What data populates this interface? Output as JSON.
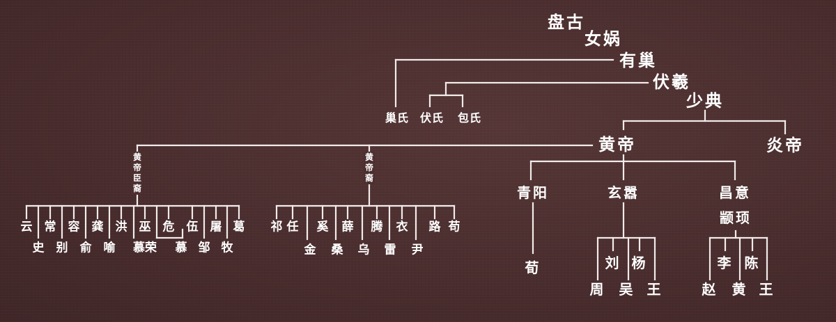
{
  "top": {
    "pangu": "盘古",
    "nvwa": "女娲",
    "youchao": "有巢",
    "fuxi": "伏羲",
    "shaodian": "少典"
  },
  "clans": {
    "chao": "巢氏",
    "fu": "伏氏",
    "bao": "包氏"
  },
  "main": {
    "huangdi": "黄帝",
    "yandi": "炎帝"
  },
  "tags": {
    "ministers": "黄帝臣裔",
    "descendants": "黄帝裔"
  },
  "ministers": {
    "row1": [
      "云",
      "常",
      "容",
      "龚",
      "洪",
      "巫",
      "危",
      "伍",
      "屠",
      "葛"
    ],
    "row2": [
      "史",
      "别",
      "俞",
      "喻",
      "慕荣",
      "慕",
      "邹",
      "牧"
    ]
  },
  "descendants": {
    "row1": [
      "祁",
      "任",
      "奚",
      "薛",
      "腾",
      "衣",
      "路",
      "苟"
    ],
    "row2": [
      "金",
      "桑",
      "乌",
      "雷",
      "尹"
    ]
  },
  "sons": {
    "qingyang": "青阳",
    "xuanxiao": "玄嚣",
    "changyi": "昌意",
    "zhuanxu": "颛顼"
  },
  "qingyang_line": {
    "xun": "荀"
  },
  "xuanxiao_line": {
    "row1": [
      "刘",
      "杨"
    ],
    "row2": [
      "周",
      "吴",
      "王"
    ]
  },
  "zhuanxu_line": {
    "row1": [
      "李",
      "陈"
    ],
    "row2": [
      "赵",
      "黄",
      "王"
    ]
  }
}
